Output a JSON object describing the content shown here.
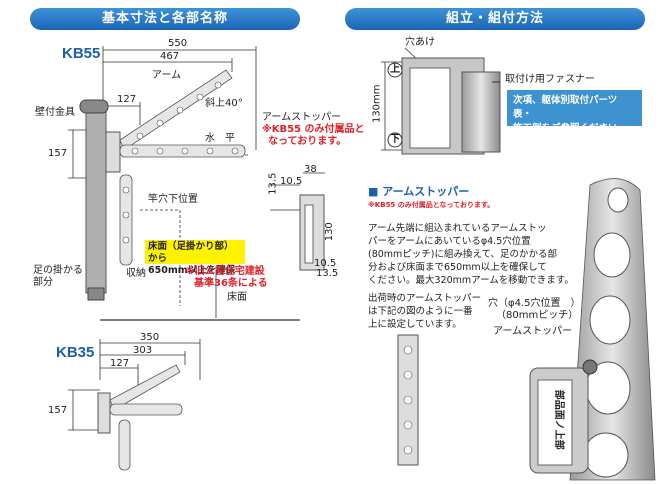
{
  "headers": {
    "left": "基本寸法と各部名称",
    "right": "組立・組付方法"
  },
  "kb55": {
    "model": "KB55",
    "dim_550": "550",
    "dim_467": "467",
    "dim_127": "127",
    "dim_157": "157",
    "label_arm": "アーム",
    "label_angle": "斜上40°",
    "label_level": "水　平",
    "label_wall_bracket": "壁付金具",
    "label_pole_hole": "竿穴下位置",
    "label_foot_1": "足の掛かる",
    "label_foot_2": "部分",
    "label_stored": "収納",
    "label_floor": "床面",
    "stopper_label": "アームストッパー",
    "stopper_note_1": "※KB55 のみ付属品と",
    "stopper_note_2": "なっております。",
    "warn_box_1": "床面（足掛かり部）から",
    "warn_box_2": "650mm以上を確保",
    "warn_note_1": "※旧公営住宅建設",
    "warn_note_2": "基準36条による",
    "side_135_top": "13.5",
    "side_105": "10.5",
    "side_38": "38",
    "side_130": "130",
    "side_105_b": "10.5",
    "side_135_bot": "13.5"
  },
  "kb35": {
    "model": "KB35",
    "dim_350": "350",
    "dim_303": "303",
    "dim_127": "127",
    "dim_157": "157"
  },
  "assembly": {
    "hole_label": "穴あけ",
    "height_130": "130mm",
    "fastener_label": "取付け用ファスナー",
    "callout_1": "次項、躯体別取付パーツ表・",
    "callout_2": "施工例をご参照ください",
    "top_mark": "上",
    "bottom_mark": "下"
  },
  "stopper_section": {
    "title": "■ アームストッパー",
    "subtitle": "※KB55 のみ付属品となっております。",
    "body_1": "アーム先端に組込まれているアームストッ",
    "body_2": "パーをアームにあいているφ4.5穴位置",
    "body_3": "(80mmピッチ)に組み換えて、足のかかる部",
    "body_4": "分および床面まで650mm以上を確保して",
    "body_5": "ください。最大320mmアームを移動できます。",
    "ship_1": "出荷時のアームストッパー",
    "ship_2": "は下記の図のように一番",
    "ship_3": "上に設定しています。",
    "hole_1": "穴（φ4.5穴位置　）",
    "hole_2": "（80mmピッチ）",
    "stopper_tag": "アームストッパー",
    "bracket_text": "部品面ノ上部"
  },
  "colors": {
    "header_blue": "#1a64b6",
    "accent_red": "#e0202a",
    "warning_yellow": "#fff200",
    "callout_blue": "#3d92cf"
  }
}
